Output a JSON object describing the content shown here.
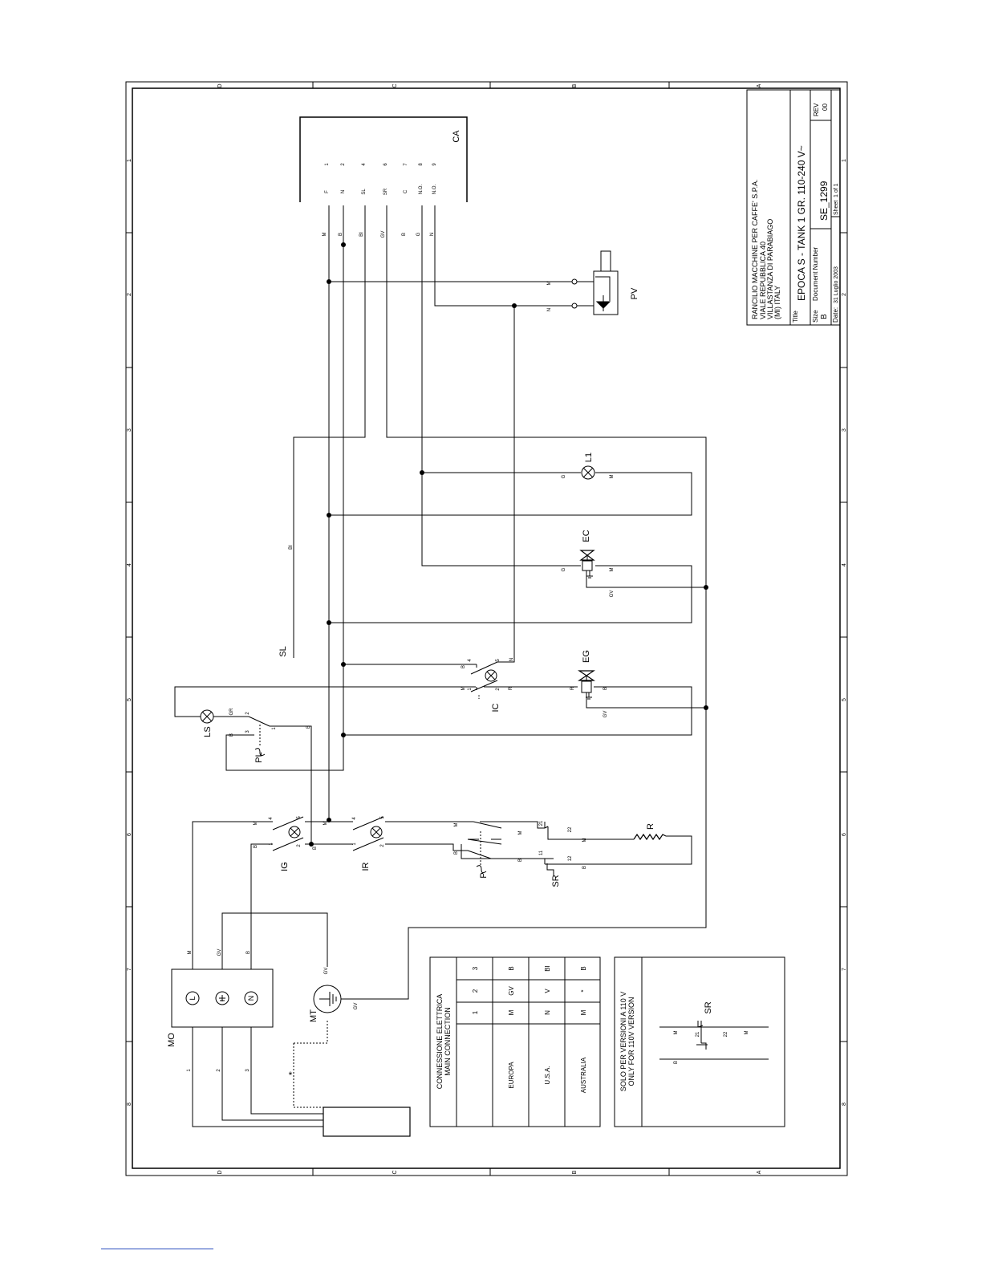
{
  "frame": {
    "col_letters": [
      "D",
      "C",
      "B",
      "A"
    ],
    "row_numbers": [
      "1",
      "2",
      "3",
      "4",
      "5",
      "6",
      "7",
      "8"
    ]
  },
  "title_block": {
    "company": [
      "RANCILIO MACCHINE PER CAFFE' S.P.A.",
      "VIALE REPUBBLICA 40",
      "VILLASTANZA DI PARABIAGO",
      "(MI) ITALY"
    ],
    "title_label": "Title",
    "title": "EPOCA S - TANK   1 GR.  110-240 V~",
    "size_label": "Size",
    "size": "B",
    "docnum_label": "Document Number",
    "docnum": "SE_1299",
    "rev_label": "REV",
    "rev": "00",
    "date_label": "Date:",
    "date": "31 Luglio 2003",
    "sheet_label": "Sheet",
    "sheet": "1  of  1"
  },
  "ca": {
    "label": "CA",
    "pins": [
      "1",
      "2",
      "4",
      "6",
      "7",
      "8",
      "9"
    ],
    "pin_names": [
      "F",
      "N",
      "SL",
      "SR",
      "C",
      "N.O.",
      "N.O."
    ],
    "wire_colors": [
      "M",
      "B",
      "BI",
      "GV",
      "B",
      "G",
      "N"
    ]
  },
  "components": {
    "pv": "PV",
    "l1": "L1",
    "ec": "EC",
    "eg": "EG",
    "sl": "SL",
    "ic": "IC",
    "ls": "LS",
    "pl": "PL",
    "ig": "IG",
    "ir": "IR",
    "p": "P",
    "sr": "SR",
    "r": "R",
    "mo": "MO",
    "mt": "MT"
  },
  "wire_labels": {
    "pv_m": "M",
    "pv_n": "N",
    "l1_g": "G",
    "l1_m": "M",
    "ec_g": "G",
    "ec_m": "M",
    "ec_gv": "GV",
    "sl_bi": "BI",
    "ic_b": "B",
    "ic_n": "N",
    "ic_m": "M",
    "ic_r": "R",
    "eg_r": "R",
    "eg_b": "B",
    "eg_gv": "GV",
    "ls_gr": "GR",
    "pl_b": "B",
    "pl_b2": "B",
    "ig_m": "M",
    "ig_b": "B",
    "ir_m": "M",
    "ir_b": "B",
    "p_m": "M",
    "p_b": "B",
    "sr_m": "M",
    "sr_b": "B",
    "r_m": "M",
    "r_b": "B",
    "mo_m": "M",
    "mo_gv": "GV",
    "mo_b": "B",
    "mt_gv": "GV",
    "mt_gv2": "GV",
    "plug_star": "*"
  },
  "pin_numbers": {
    "ic": [
      "4",
      "5",
      "1",
      "2"
    ],
    "pl": [
      "2",
      "3",
      "1"
    ],
    "ig": [
      "4",
      "5",
      "1",
      "2"
    ],
    "ir": [
      "4",
      "5",
      "1",
      "2"
    ],
    "sr": [
      "21",
      "22",
      "11",
      "12"
    ],
    "mo": [
      "1",
      "2",
      "3"
    ]
  },
  "terminals": {
    "l": "L",
    "n": "N"
  },
  "connection_table": {
    "title": "CONNESSIONE ELETTRICA",
    "subtitle": "MAIN CONNECTION",
    "headers": [
      "1",
      "2",
      "3"
    ],
    "rows": [
      {
        "region": "EUROPA",
        "values": [
          "M",
          "GV",
          "B"
        ]
      },
      {
        "region": "U.S.A.",
        "values": [
          "N",
          "V",
          "BI"
        ]
      },
      {
        "region": "AUSTRALIA",
        "values": [
          "M",
          "*",
          "B"
        ]
      }
    ]
  },
  "note_box": {
    "title": "SOLO PER VERSIONI A 110 V",
    "subtitle": "ONLY FOR 110V VERSION",
    "label": "SR",
    "pins": [
      "21",
      "22"
    ],
    "wires": [
      "M",
      "M",
      "B"
    ]
  }
}
